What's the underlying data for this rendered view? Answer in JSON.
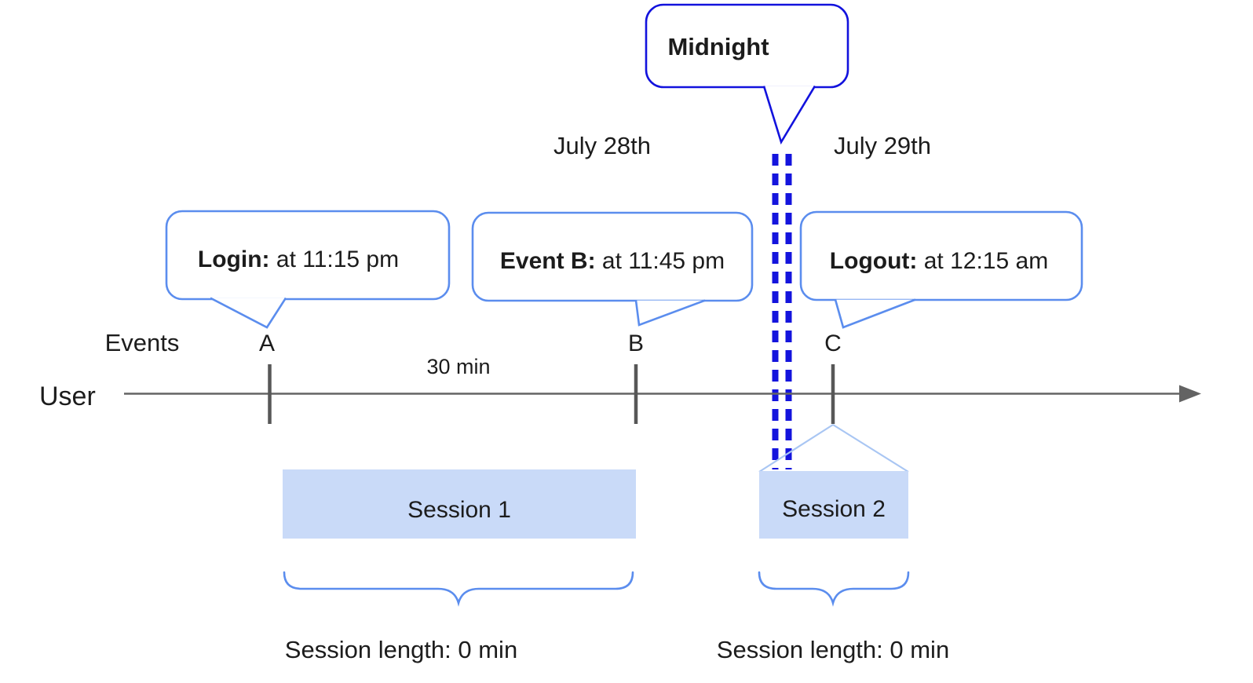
{
  "colors": {
    "callout_border": "#5b8dee",
    "midnight_border": "#1212dd",
    "midnight_dash": "#1414dd",
    "session_fill": "#c9daf8",
    "connector_blue": "#a9c6f3",
    "axis_gray": "#636363",
    "tick_gray": "#575757"
  },
  "midnight": {
    "label": "Midnight"
  },
  "dates": {
    "before": "July 28th",
    "after": "July 29th"
  },
  "callouts": {
    "login": {
      "title": "Login:",
      "detail": " at 11:15 pm"
    },
    "event_b": {
      "title": "Event B:",
      "detail": " at 11:45 pm"
    },
    "logout": {
      "title": "Logout:",
      "detail": " at 12:15 am"
    }
  },
  "timeline": {
    "events_label": "Events",
    "user_label": "User",
    "interval_label": "30 min",
    "marks": [
      "A",
      "B",
      "C"
    ]
  },
  "sessions": [
    {
      "label": "Session 1",
      "length": "Session length: 0 min"
    },
    {
      "label": "Session 2",
      "length": "Session length: 0 min"
    }
  ]
}
